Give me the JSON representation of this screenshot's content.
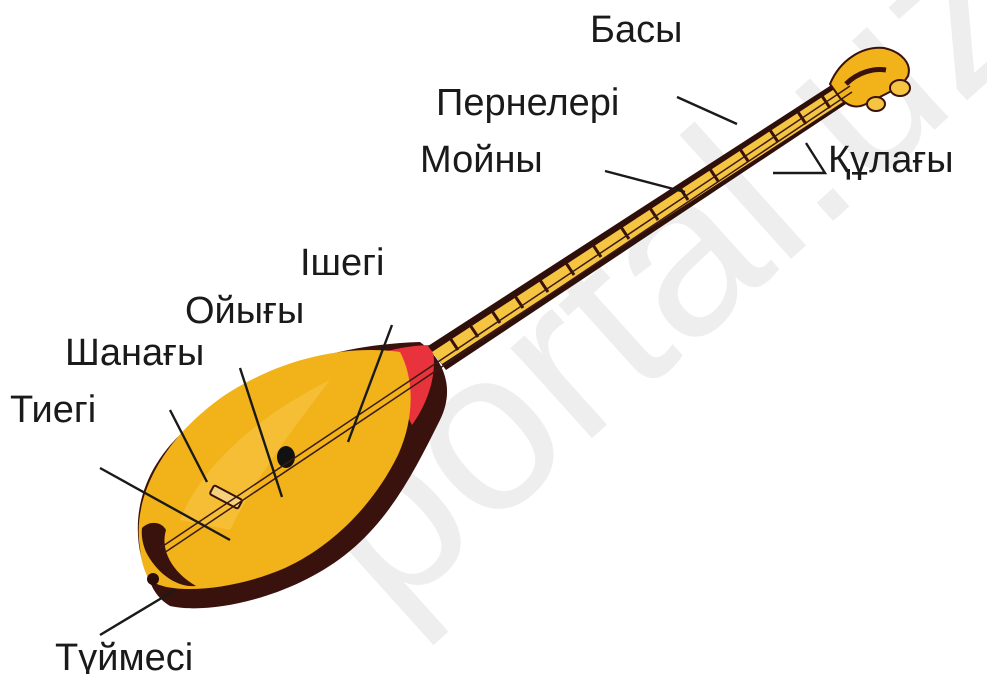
{
  "watermark": "portal.uz",
  "labels": {
    "basy": "Басы",
    "pernelери_placeholder": "",
    "pernelери": "Пернелері",
    "moiny": "Мойны",
    "qulagy": "Құлағы",
    "ishegi": "Ішегі",
    "oiygy": "Ойығы",
    "shanagy": "Шанағы",
    "tiegi": "Тиегі",
    "tuimesi": "Түймесі"
  },
  "colors": {
    "body_yellow": "#f2b21a",
    "body_shade": "#d98f10",
    "frame_dark": "#3a120d",
    "neck_dark": "#2f0f0a",
    "frets": "#f5c542",
    "red_joint": "#e8323c",
    "leader_lines": "#1a1a1a"
  }
}
